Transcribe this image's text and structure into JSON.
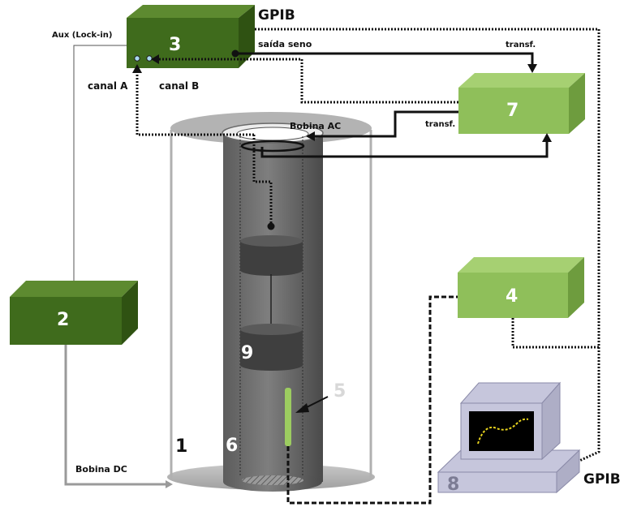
{
  "labels": {
    "gpib_top": "GPIB",
    "gpib_bottom": "GPIB",
    "aux_lockin": "Aux (Lock-in)",
    "saida_seno": "saída seno",
    "transf_top": "transf.",
    "transf_mid": "transf.",
    "canal_a": "canal A",
    "canal_b": "canal B",
    "bobina_ac": "Bobina AC",
    "bobina_dc": "Bobina DC"
  },
  "components": {
    "c1": "1",
    "c2": "2",
    "c3": "3",
    "c4": "4",
    "c5": "5",
    "c6": "6",
    "c7": "7",
    "c8": "8",
    "c9": "9"
  },
  "colors": {
    "dark_green_front": "#3f6b1c",
    "dark_green_top": "#5d8a30",
    "dark_green_side": "#2f5212",
    "light_green_front": "#8fbf5a",
    "light_green_top": "#a6d072",
    "light_green_side": "#6e9c3e",
    "computer": "#c6c6dc",
    "screen_trace": "#e6d21e",
    "sample": "#9ccc60"
  }
}
